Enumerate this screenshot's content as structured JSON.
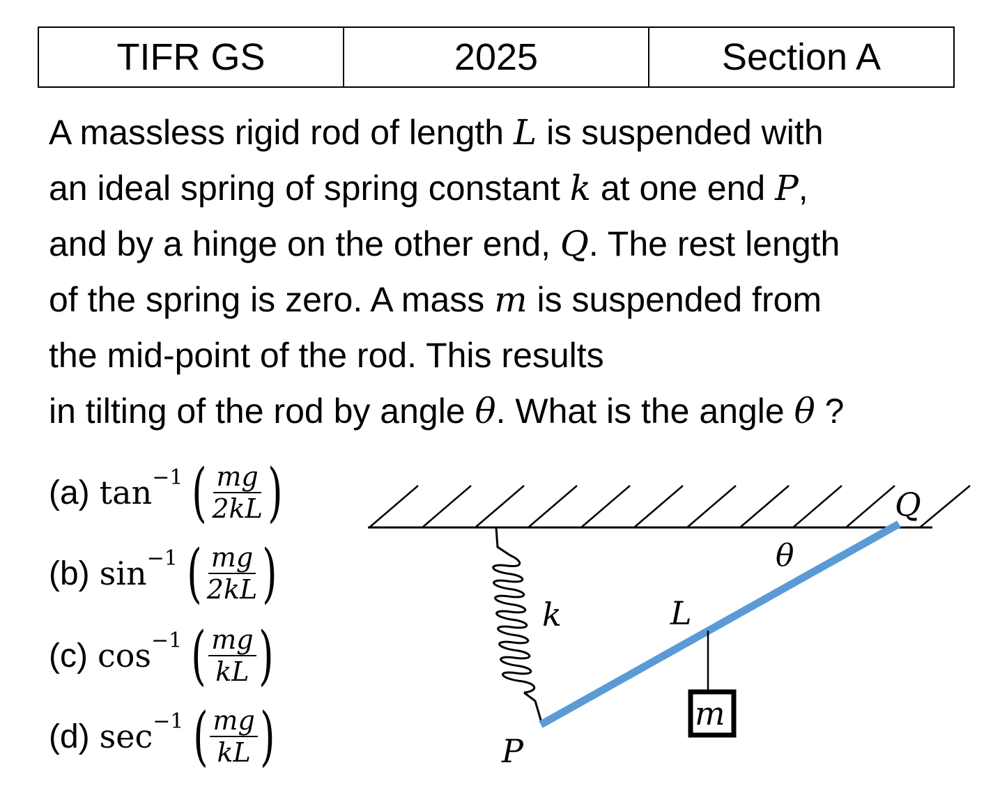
{
  "header": {
    "exam": "TIFR GS",
    "year": "2025",
    "section": "Section A"
  },
  "question": {
    "lines": [
      [
        "A massless rigid rod of length ",
        "L",
        " is suspended with"
      ],
      [
        "an ideal spring of spring constant ",
        "k",
        " at one end ",
        "P",
        ","
      ],
      [
        "and by a hinge on the other end, ",
        "Q",
        ". The rest length"
      ],
      [
        "of the spring is zero. A mass ",
        "m",
        " is suspended from"
      ],
      [
        "the mid-point of the rod. This results"
      ],
      [
        "in tilting of the rod by angle ",
        "θ",
        ". What is the angle ",
        "θ",
        " ?"
      ]
    ]
  },
  "options": [
    {
      "label": "(a)",
      "fn": "tan",
      "power": "−1",
      "numerator": "mg",
      "denominator": "2kL"
    },
    {
      "label": "(b)",
      "fn": "sin",
      "power": "−1",
      "numerator": "mg",
      "denominator": "2kL"
    },
    {
      "label": "(c)",
      "fn": "cos",
      "power": "−1",
      "numerator": "mg",
      "denominator": "kL"
    },
    {
      "label": "(d)",
      "fn": "sec",
      "power": "−1",
      "numerator": "mg",
      "denominator": "kL"
    }
  ],
  "diagram": {
    "labels": {
      "Q": "Q",
      "theta": "θ",
      "k": "k",
      "L": "L",
      "P": "P",
      "m": "m"
    },
    "rod_color": "#5b9bd5"
  }
}
